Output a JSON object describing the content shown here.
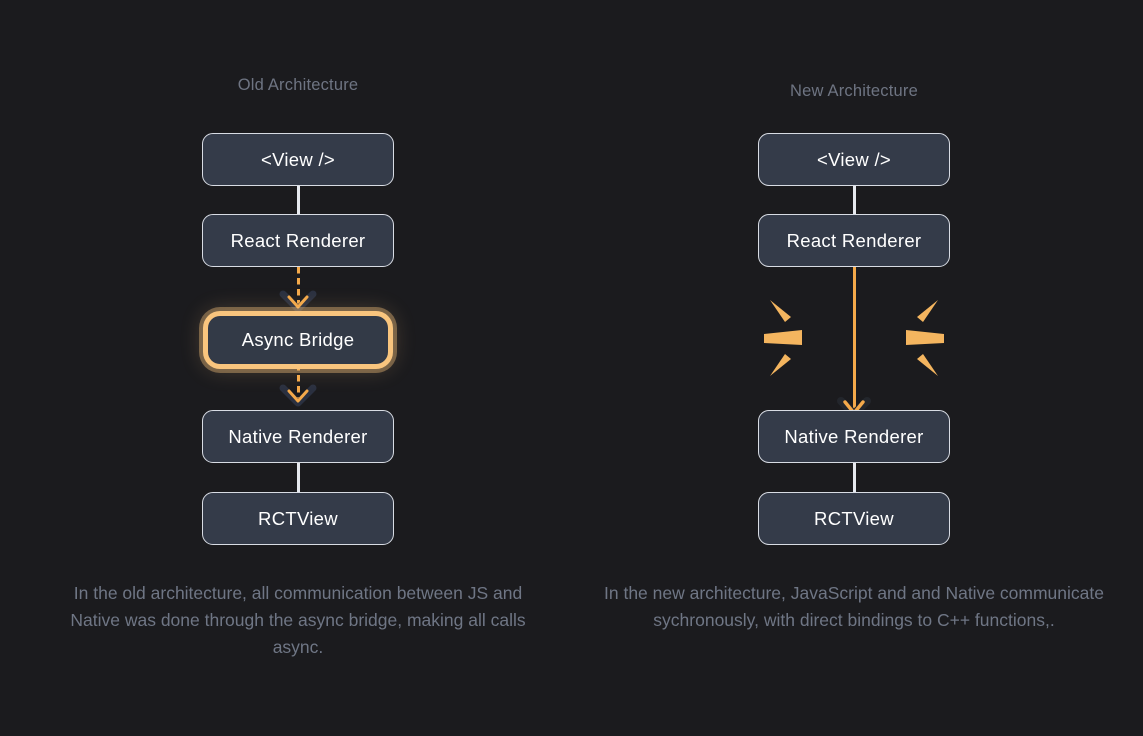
{
  "theme": {
    "background": "#1b1b1e",
    "node_fill": "#343b49",
    "node_border": "#d8dce4",
    "node_text": "#ffffff",
    "heading_text": "#6e7482",
    "caption_text": "#6f7685",
    "accent_orange": "#f4a94a",
    "highlight_glow": "#f9c57e"
  },
  "columns": [
    {
      "id": "old-architecture",
      "heading": "Old Architecture",
      "nodes": [
        {
          "id": "view",
          "label": "<View />",
          "highlighted": false
        },
        {
          "id": "react",
          "label": "React Renderer",
          "highlighted": false
        },
        {
          "id": "bridge",
          "label": "Async Bridge",
          "highlighted": true
        },
        {
          "id": "native",
          "label": "Native Renderer",
          "highlighted": false
        },
        {
          "id": "rctview",
          "label": "RCTView",
          "highlighted": false
        }
      ],
      "connectors": [
        {
          "from": "view",
          "to": "react",
          "style": "solid-grey"
        },
        {
          "from": "react",
          "to": "bridge",
          "style": "dashed-orange-arrow"
        },
        {
          "from": "bridge",
          "to": "native",
          "style": "dashed-orange-arrow"
        },
        {
          "from": "native",
          "to": "rctview",
          "style": "solid-grey"
        }
      ],
      "caption": "In the old architecture, all communication between JS and Native was done through the async bridge, making all calls async."
    },
    {
      "id": "new-architecture",
      "heading": "New Architecture",
      "nodes": [
        {
          "id": "view",
          "label": "<View />",
          "highlighted": false
        },
        {
          "id": "react",
          "label": "React Renderer",
          "highlighted": false
        },
        {
          "id": "native",
          "label": "Native Renderer",
          "highlighted": false
        },
        {
          "id": "rctview",
          "label": "RCTView",
          "highlighted": false
        }
      ],
      "connectors": [
        {
          "from": "view",
          "to": "react",
          "style": "solid-grey"
        },
        {
          "from": "react",
          "to": "native",
          "style": "solid-orange-arrow",
          "decoration": "burst-rays"
        },
        {
          "from": "native",
          "to": "rctview",
          "style": "solid-grey"
        }
      ],
      "burst": {
        "ray_count": 6,
        "color": "#f4a94a"
      },
      "caption": "In the new architecture, JavaScript and and Native communicate sychronously, with direct bindings to C++ functions,."
    }
  ]
}
